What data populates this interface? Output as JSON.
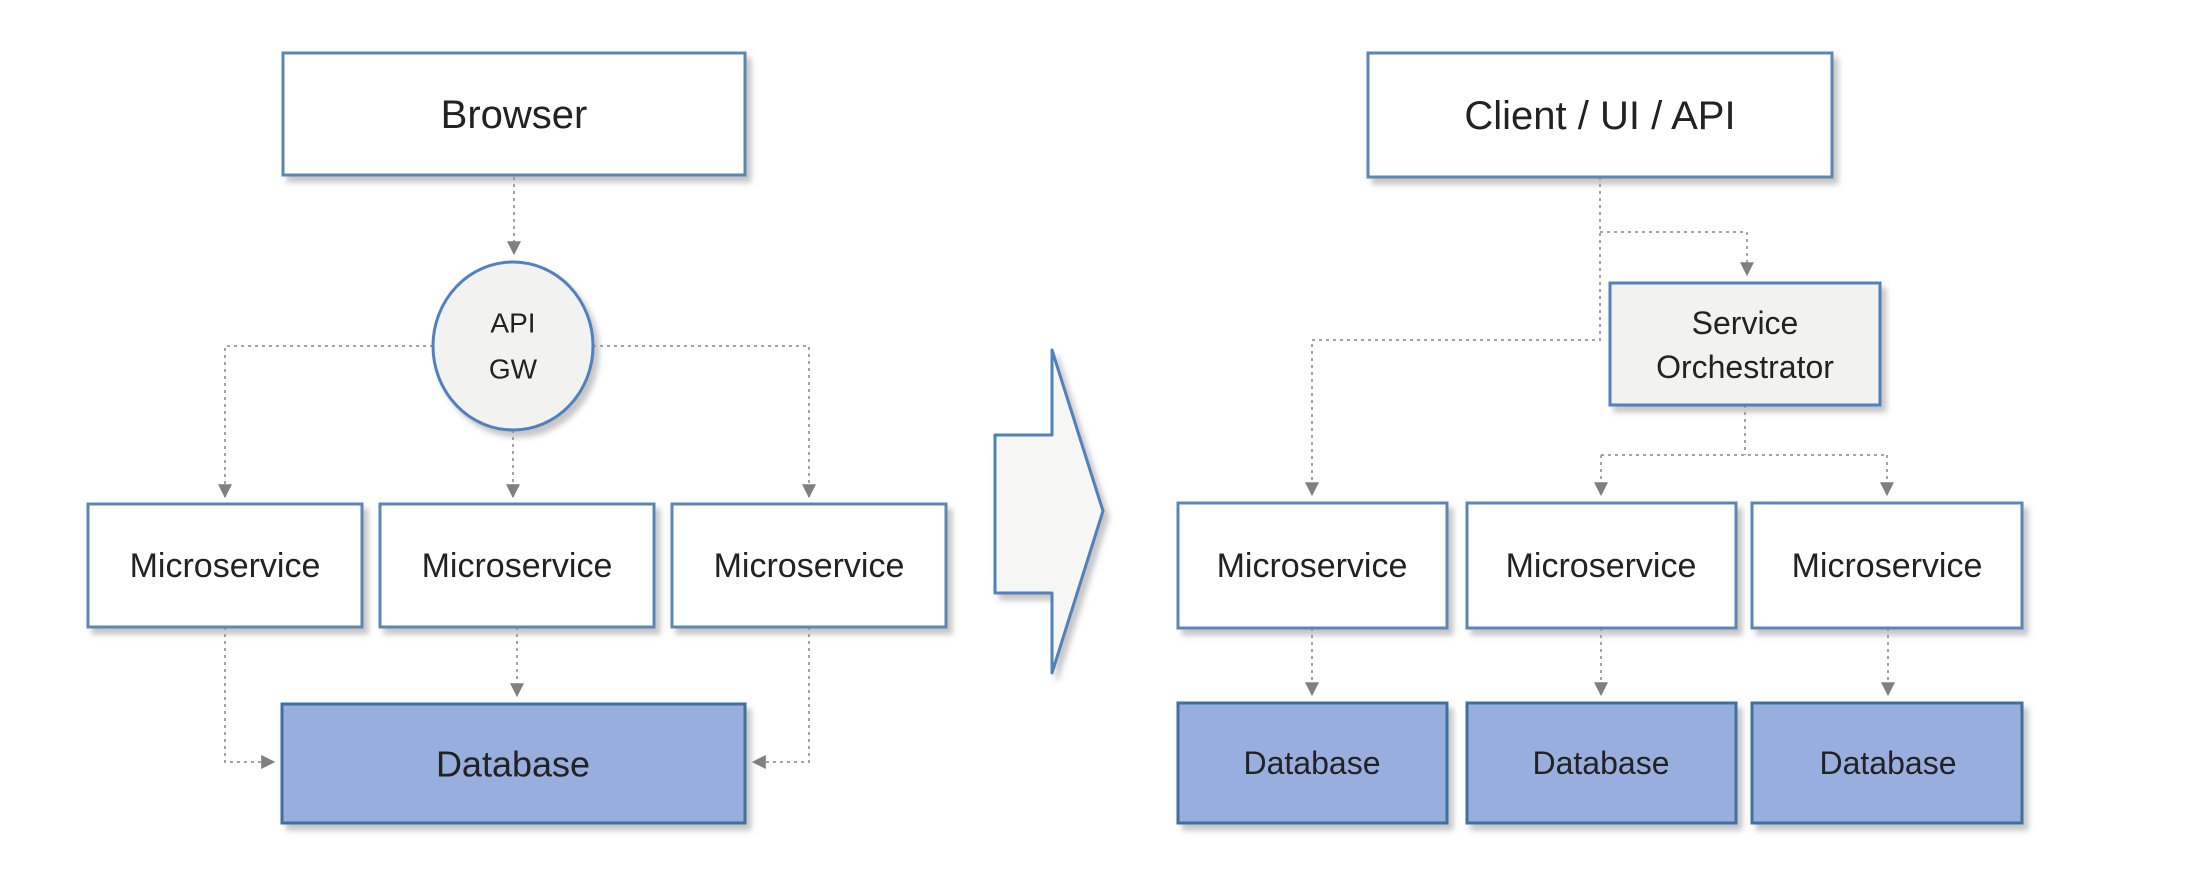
{
  "colors": {
    "background": "#ffffff",
    "node_fill": "#ffffff",
    "node_border": "#5b87b4",
    "panel_fill": "#f2f2f0",
    "accent_border": "#4f81bd",
    "database_fill": "#97aede",
    "database_border": "#41719c",
    "transition_arrow_fill": "#f6f6f4",
    "connector": "#a3a3a3",
    "arrowhead": "#808080",
    "text": "#222222"
  },
  "left": {
    "browser": {
      "label": "Browser"
    },
    "api_gateway": {
      "line1": "API",
      "line2": "GW"
    },
    "microservices": [
      {
        "label": "Microservice"
      },
      {
        "label": "Microservice"
      },
      {
        "label": "Microservice"
      }
    ],
    "database": {
      "label": "Database"
    }
  },
  "right": {
    "client": {
      "label": "Client / UI / API"
    },
    "orchestrator": {
      "line1": "Service",
      "line2": "Orchestrator"
    },
    "microservices": [
      {
        "label": "Microservice"
      },
      {
        "label": "Microservice"
      },
      {
        "label": "Microservice"
      }
    ],
    "databases": [
      {
        "label": "Database"
      },
      {
        "label": "Database"
      },
      {
        "label": "Database"
      }
    ]
  }
}
